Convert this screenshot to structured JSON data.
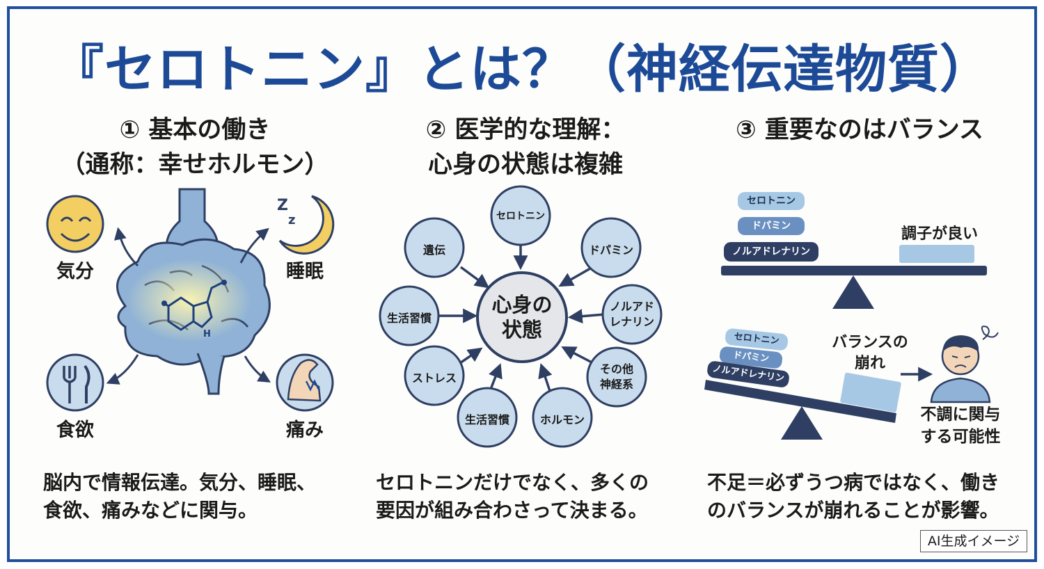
{
  "title": "『セロトニン』とは？（神経伝達物質）",
  "sections": [
    {
      "heading_line1": "① 基本の働き",
      "heading_line2": "（通称：幸せホルモン）",
      "labels": {
        "mood": "気分",
        "sleep": "睡眠",
        "appetite": "食欲",
        "pain": "痛み"
      },
      "molecule_atom": "H",
      "description_line1": "脳内で情報伝達。気分、睡眠、",
      "description_line2": "食欲、痛みなどに関与。"
    },
    {
      "heading_line1": "② 医学的な理解：",
      "heading_line2": "心身の状態は複雑",
      "center_line1": "心身の",
      "center_line2": "状態",
      "factors": {
        "serotonin": "セロトニン",
        "dopamine": "ドパミン",
        "noradrenaline_line1": "ノルアド",
        "noradrenaline_line2": "レナリン",
        "other_line1": "その他",
        "other_line2": "神経系",
        "hormone": "ホルモン",
        "lifestyle_bottom": "生活習慣",
        "stress": "ストレス",
        "lifestyle_left": "生活習慣",
        "genetics": "遺伝"
      },
      "description_line1": "セロトニンだけでなく、多くの",
      "description_line2": "要因が組み合わさって決まる。"
    },
    {
      "heading": "③ 重要なのはバランス",
      "stack_top": [
        "セロトニン",
        "ドパミン",
        "ノルアドレナリン"
      ],
      "good_label": "調子が良い",
      "stack_bottom": [
        "セロトニン",
        "ドパミン",
        "ノルアドレナリン"
      ],
      "imbalance_line1": "バランスの",
      "imbalance_line2": "崩れ",
      "result_line1": "不調に関与",
      "result_line2": "する可能性",
      "description_line1": "不足＝必ずうつ病ではなく、働き",
      "description_line2": "のバランスが崩れることが影響。"
    }
  ],
  "badge": "AI生成イメージ",
  "colors": {
    "title_blue": "#1d4a97",
    "border_blue": "#1f4e9c",
    "navy": "#2e3f63",
    "circle_fill": "#c9dced",
    "bubble_fill": "#a7c8e4",
    "brain_fill": "#8fb2d6",
    "face_yellow": "#f3cf63"
  }
}
